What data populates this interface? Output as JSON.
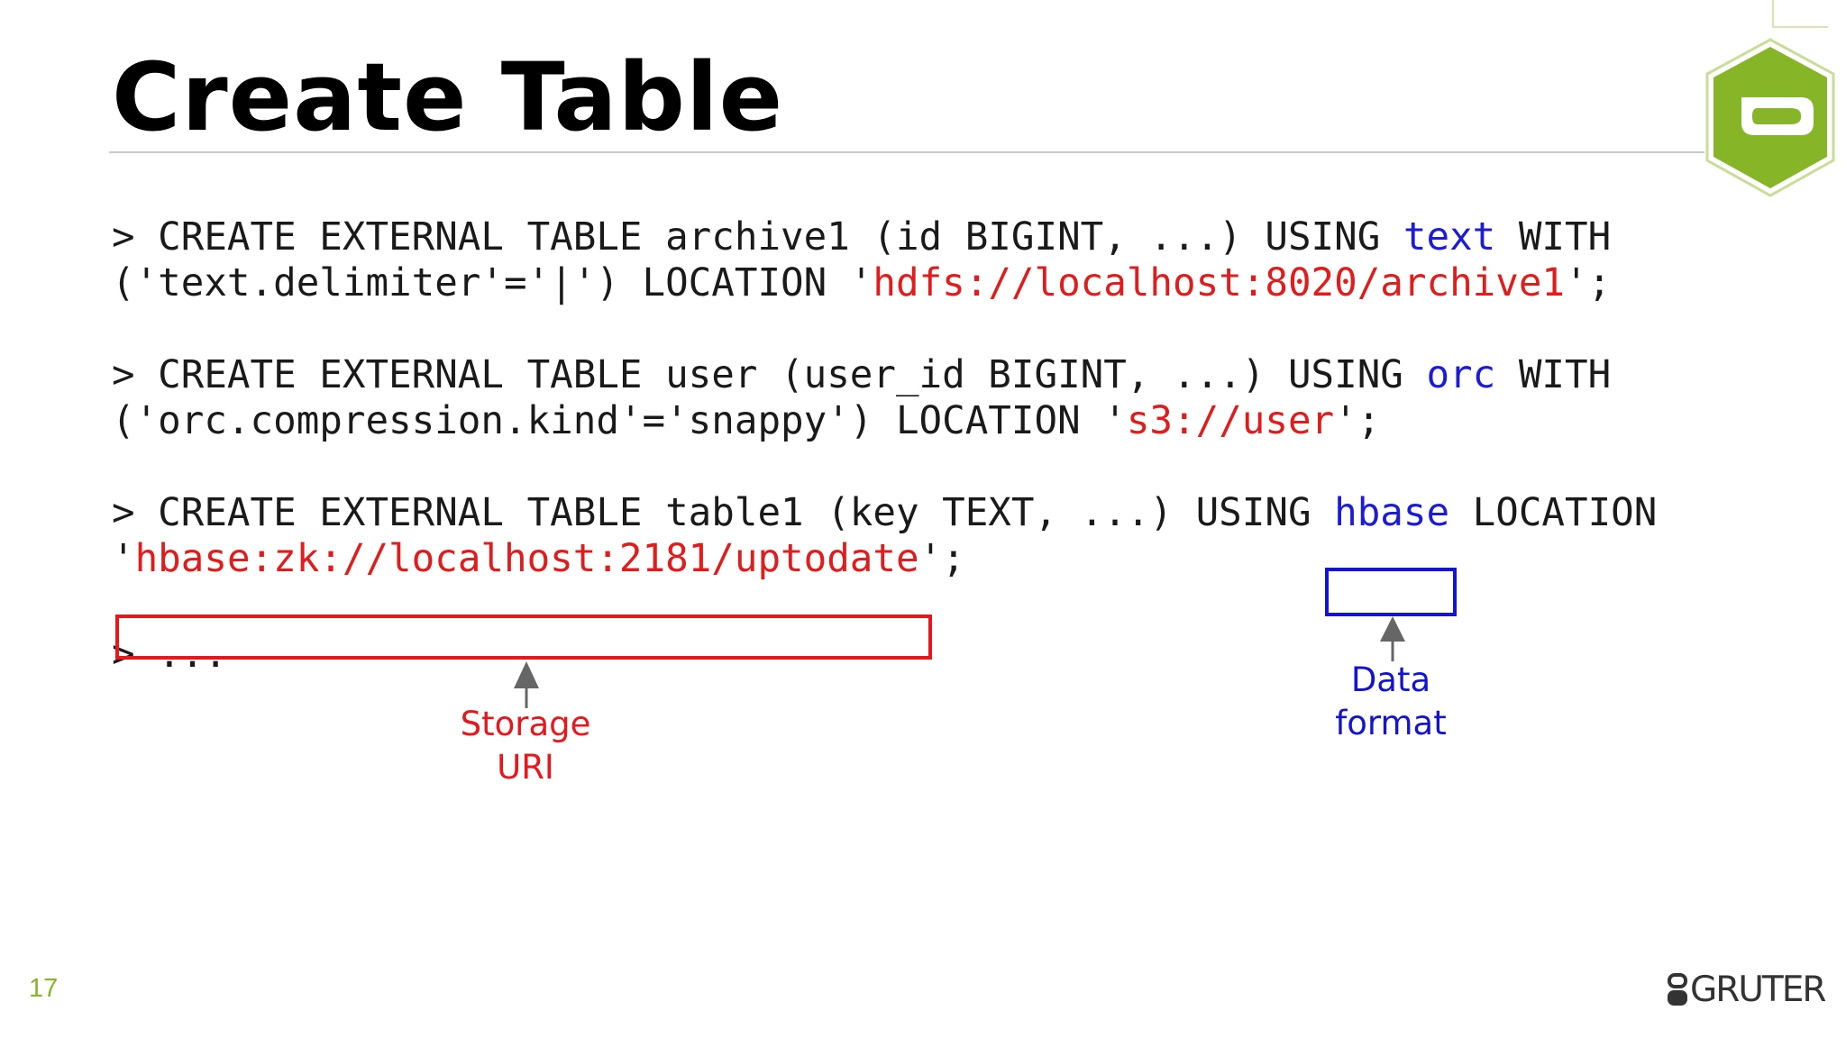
{
  "slide": {
    "title": "Create Table",
    "page_number": "17"
  },
  "code": {
    "stmt1_line1_a": "> CREATE EXTERNAL TABLE archive1 (id BIGINT, ...) USING ",
    "stmt1_format": "text",
    "stmt1_line1_b": " WITH",
    "stmt1_line2_a": "('text.delimiter'='|') LOCATION '",
    "stmt1_uri": "hdfs://localhost:8020/archive1",
    "stmt1_line2_b": "';",
    "stmt2_line1_a": "> CREATE EXTERNAL TABLE user (user_id BIGINT, ...) USING ",
    "stmt2_format": "orc",
    "stmt2_line1_b": " WITH",
    "stmt2_line2_a": "('orc.compression.kind'='snappy') LOCATION '",
    "stmt2_uri": "s3://user",
    "stmt2_line2_b": "';",
    "stmt3_line1_a": "> CREATE EXTERNAL TABLE table1 (key TEXT, ...) USING ",
    "stmt3_format": "hbase",
    "stmt3_line1_b": " LOCATION",
    "stmt3_line2_a": "'",
    "stmt3_uri": "hbase:zk://localhost:2181/uptodate",
    "stmt3_line2_b": "';",
    "stmt4": "> ..."
  },
  "callouts": {
    "storage_line1": "Storage",
    "storage_line2": "URI",
    "format_line1": "Data",
    "format_line2": "format"
  },
  "brand": {
    "name": "GRUTER"
  },
  "colors": {
    "format_keyword": "#1c1cd6",
    "uri_string": "#e01c1c",
    "storage_box": "#e8161d",
    "format_box": "#1414d0",
    "logo_green": "#86b527",
    "page_number": "#86b527",
    "rule": "#c9c9c9"
  },
  "icons": {
    "top_right_logo": "hexagon-chat-logo-icon",
    "brand_mark": "gruter-mark-icon",
    "arrows": "up-arrow-icon"
  }
}
